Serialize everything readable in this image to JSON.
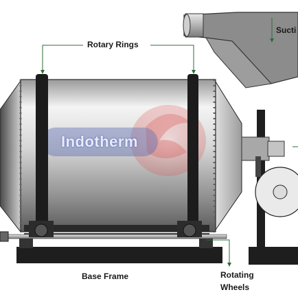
{
  "labels": {
    "rotary_rings": "Rotary Rings",
    "suction": "Sucti",
    "base_frame": "Base Frame",
    "rotating": "Rotating",
    "wheels": "Wheels"
  },
  "watermark": {
    "brand_text": "Indotherm"
  },
  "colors": {
    "drum_light": "#f2f2f2",
    "drum_dark": "#6e6e6e",
    "ring": "#1c1c1c",
    "frame": "#1e1e1e",
    "duct": "#8c8c8c",
    "leader_line": "#2e6b3a",
    "watermark_red": "#d9534f",
    "watermark_blue": "#3a4fa8"
  }
}
